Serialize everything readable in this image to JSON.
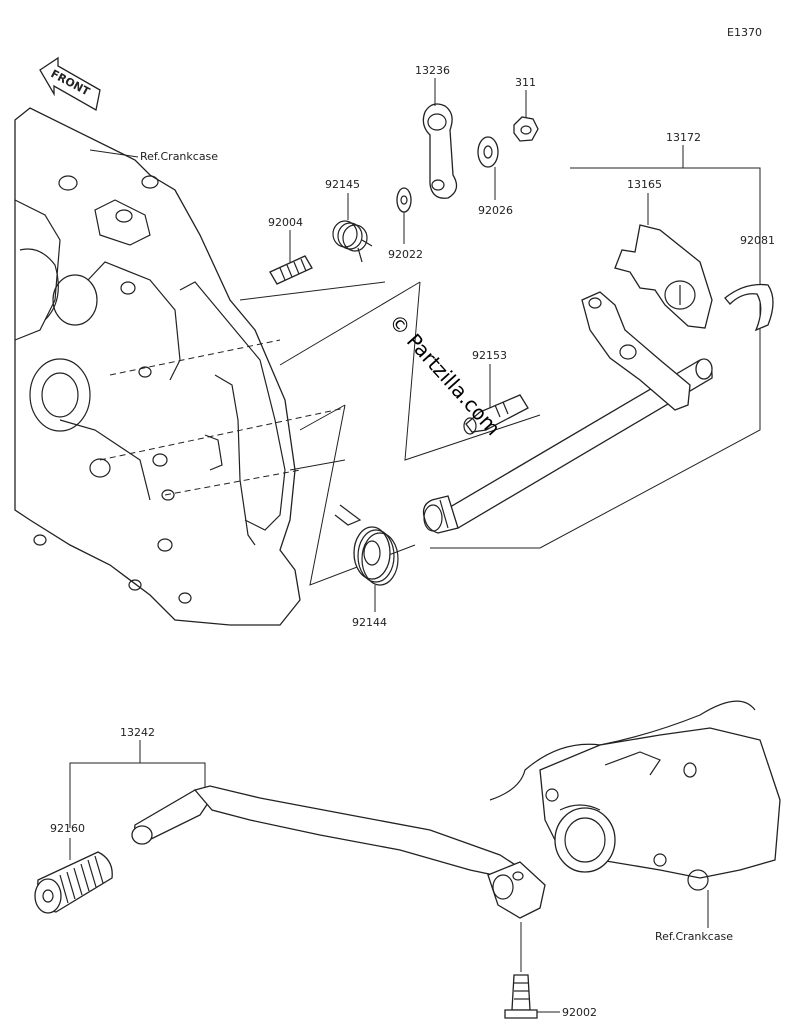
{
  "diagram": {
    "code": "E1370",
    "front_label": "FRONT",
    "watermark": "© Partzilla.com",
    "parts": {
      "p13236": "13236",
      "p311": "311",
      "p13172": "13172",
      "p92145": "92145",
      "p92026": "92026",
      "p13165": "13165",
      "p92004": "92004",
      "p92022": "92022",
      "p92081": "92081",
      "p92153": "92153",
      "p92144": "92144",
      "p13242": "13242",
      "p92160": "92160",
      "p92002": "92002"
    },
    "refs": {
      "crankcase_top": "Ref.Crankcase",
      "crankcase_bottom": "Ref.Crankcase"
    }
  }
}
